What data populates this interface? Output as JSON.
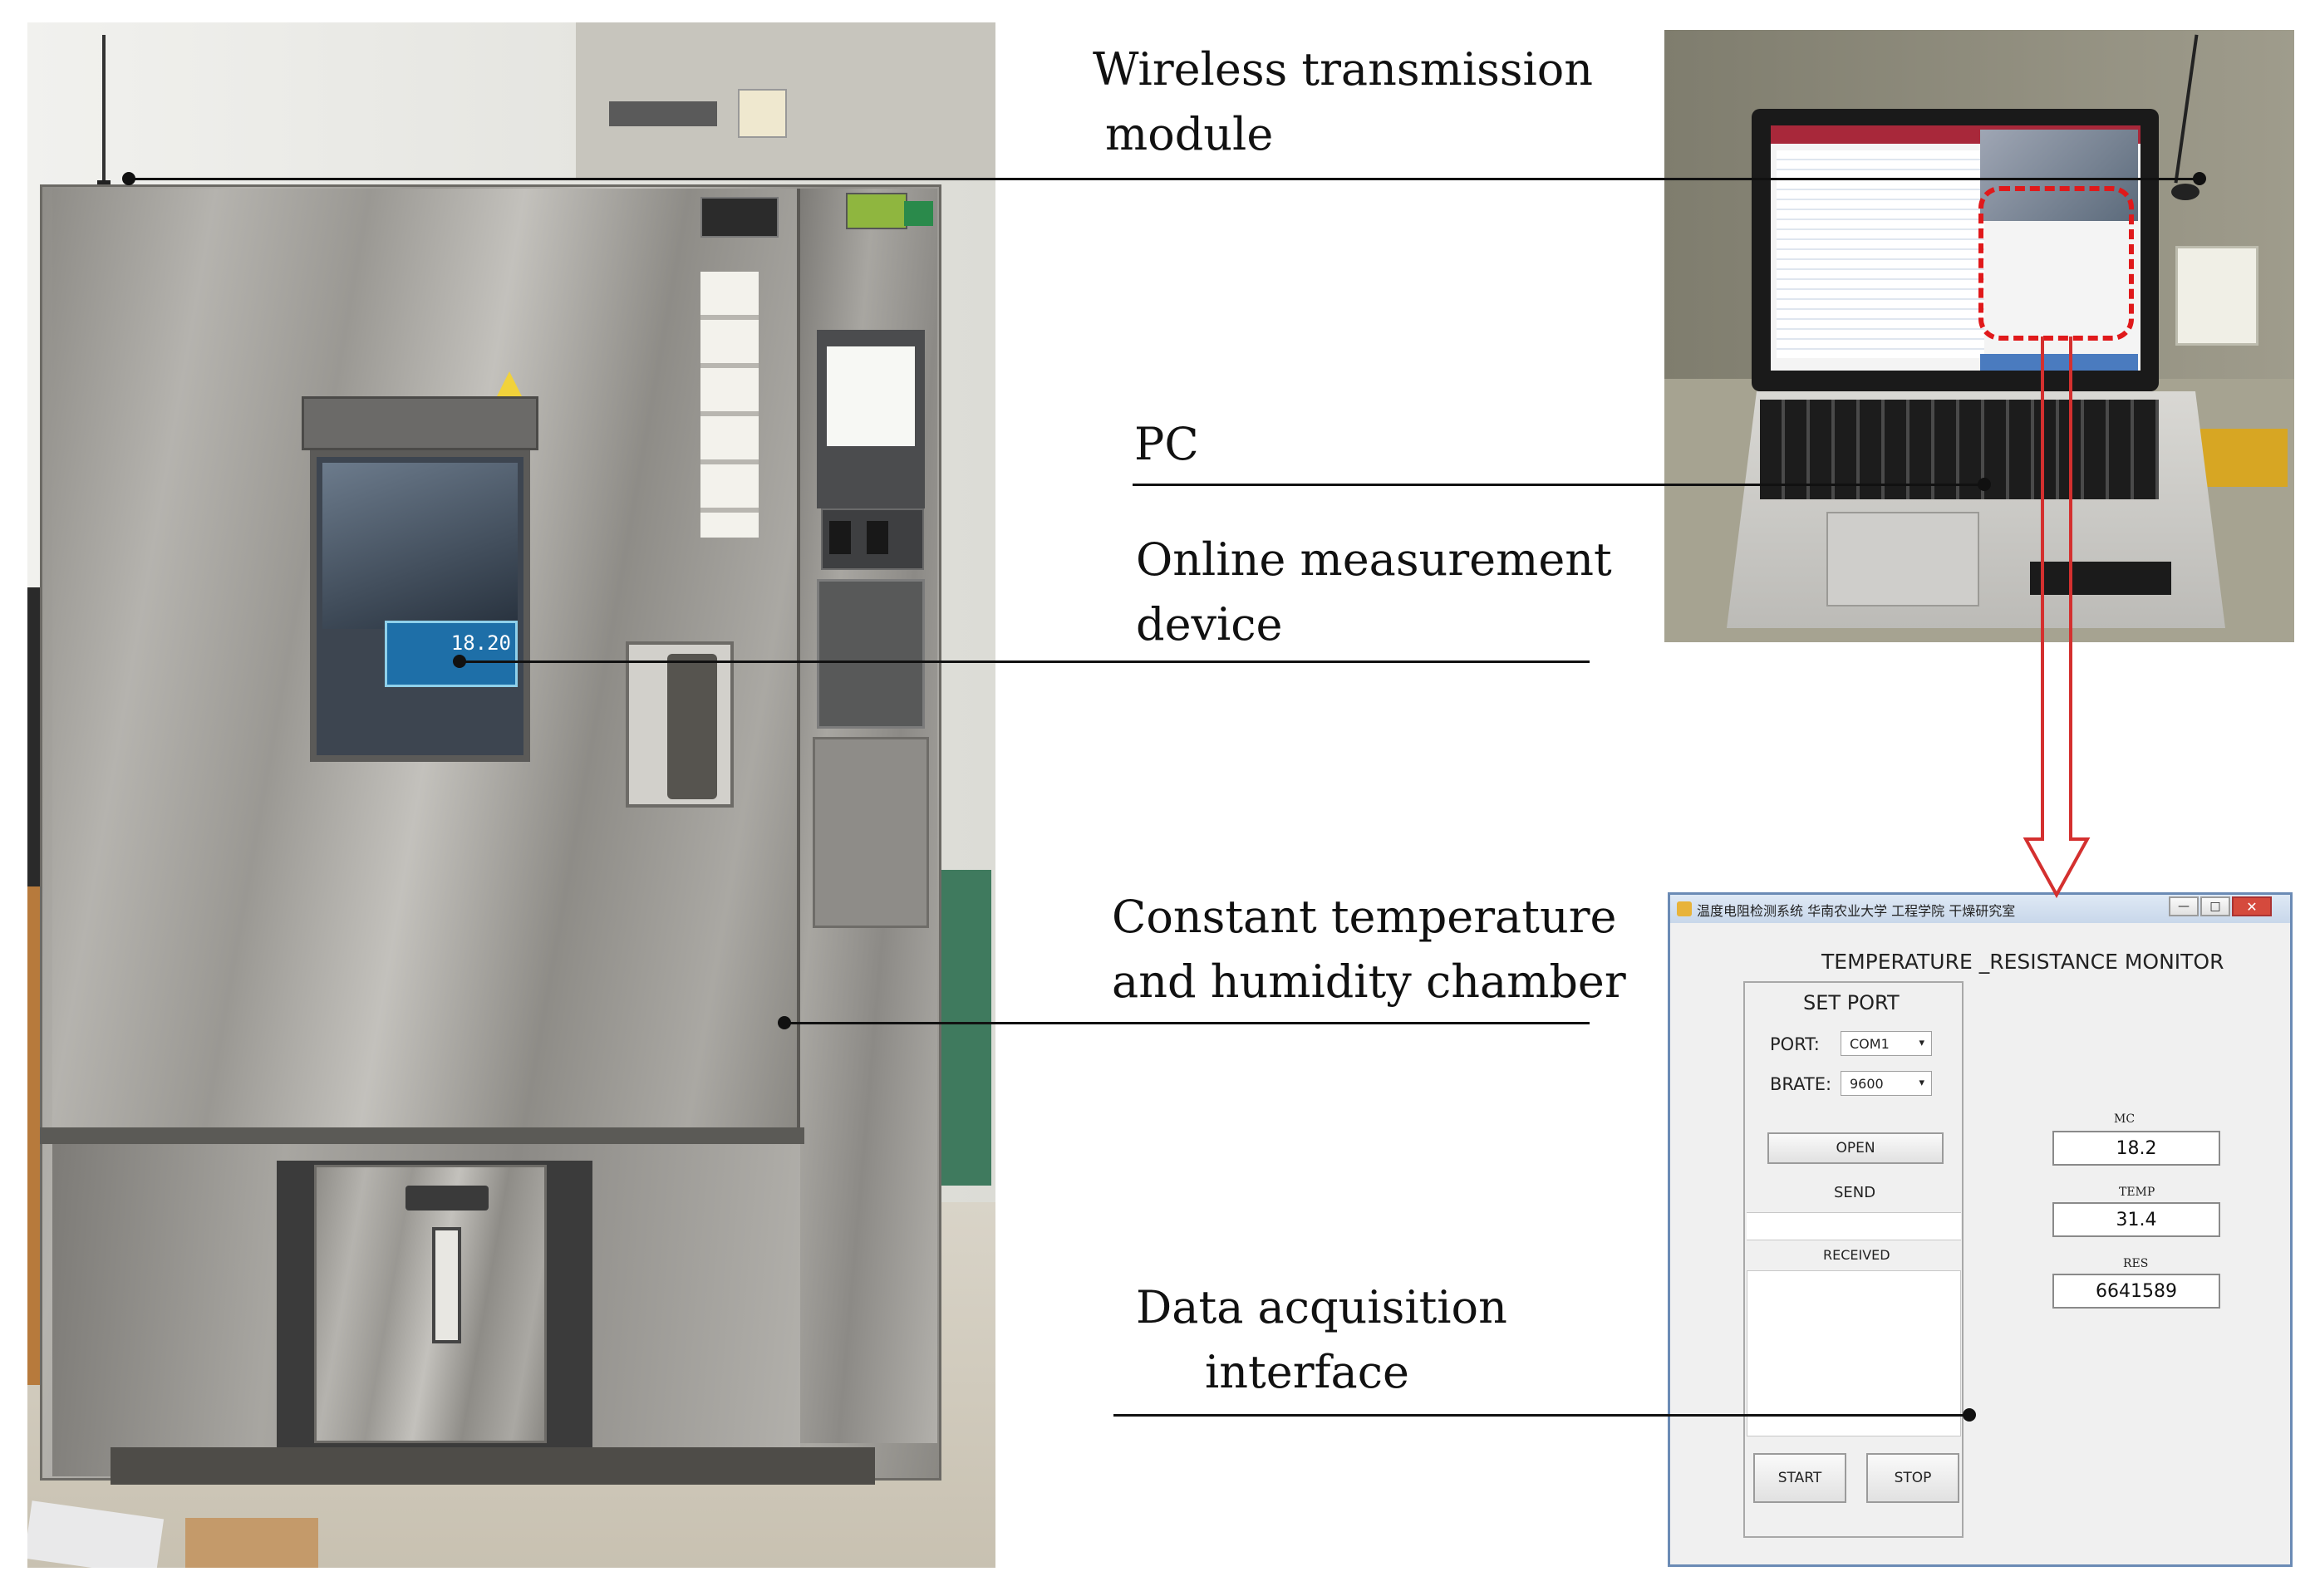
{
  "labels": {
    "wireless_line1": "Wireless transmission",
    "wireless_line2": "module",
    "pc": "PC",
    "online_line1": "Online measurement",
    "online_line2": "device",
    "chamber_line1": "Constant temperature",
    "chamber_line2": "and humidity chamber",
    "daq_line1": "Data acquisition",
    "daq_line2": "interface"
  },
  "device_display": {
    "reading": "18.20"
  },
  "software": {
    "title": "温度电阻检测系统 华南农业大学 工程学院 干燥研究室",
    "heading": "TEMPERATURE _RESISTANCE MONITOR",
    "set_port": "SET PORT",
    "port_label": "PORT:",
    "port_value": "COM1",
    "brate_label": "BRATE:",
    "brate_value": "9600",
    "open_button": "OPEN",
    "send_label": "SEND",
    "received_label": "RECEIVED",
    "start_button": "START",
    "stop_button": "STOP",
    "mc_label": "MC",
    "mc_value": "18.2",
    "temp_label": "TEMP",
    "temp_value": "31.4",
    "res_label": "RES",
    "res_value": "6641589"
  },
  "colors": {
    "highlight": "#e0191b",
    "arrow": "#d4302f",
    "leader": "#111111"
  }
}
